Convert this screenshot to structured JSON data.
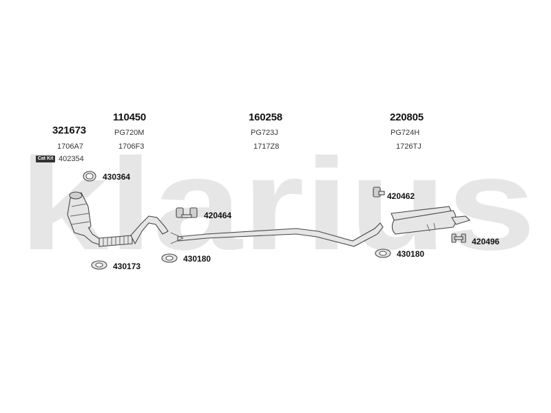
{
  "watermark": {
    "text": "klarius"
  },
  "groups": [
    {
      "number": "321673",
      "code": "1706A7"
    },
    {
      "number": "110450",
      "ref": "PG720M",
      "code": "1706F3"
    },
    {
      "number": "160258",
      "ref": "PG723J",
      "code": "1717Z8"
    },
    {
      "number": "220805",
      "ref": "PG724H",
      "code": "1726TJ"
    }
  ],
  "cat_kit": {
    "label": "Cat Kit",
    "number": "402354"
  },
  "callouts": [
    {
      "number": "430364",
      "icon": "clamp-ring-icon"
    },
    {
      "number": "420464",
      "icon": "rubber-mount-icon"
    },
    {
      "number": "430173",
      "icon": "gasket-icon"
    },
    {
      "number": "430180",
      "icon": "gasket-icon"
    },
    {
      "number": "420462",
      "icon": "rubber-mount-icon"
    },
    {
      "number": "430180",
      "icon": "gasket-icon"
    },
    {
      "number": "420496",
      "icon": "rubber-mount-icon"
    }
  ],
  "colors": {
    "watermark": "#e6e6e6",
    "part_fill": "#e6e6e6",
    "outline": "#444444"
  }
}
